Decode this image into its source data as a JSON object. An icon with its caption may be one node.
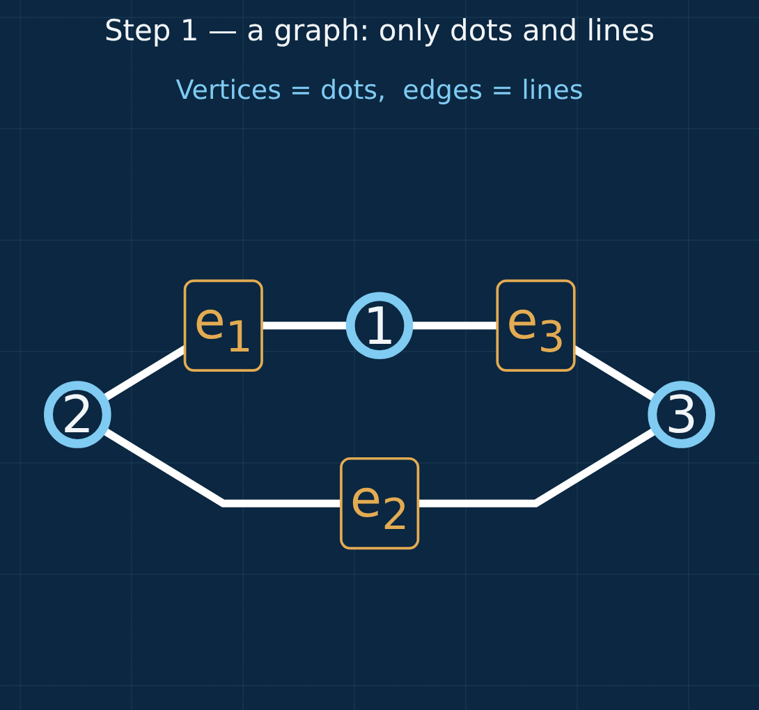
{
  "diagram": {
    "title": "Step 1 — a graph: only dots and lines",
    "nodes": [
      {
        "text": [
          "1"
        ]
      },
      {
        "text": [
          "2"
        ]
      },
      {
        "text": [
          "3"
        ]
      }
    ],
    "edges": [
      {
        "from": 1,
        "to": 0,
        "arrow": "none",
        "label": "e$_{1}$"
      },
      {
        "from": 0,
        "to": 2,
        "arrow": "none",
        "label": "e$_{3}$"
      },
      {
        "from": 1,
        "to": 2,
        "arrow": "none",
        "label": "e$_{2}$"
      }
    ],
    "labels": [
      "Vertices = dots,  edges = lines"
    ]
  }
}
